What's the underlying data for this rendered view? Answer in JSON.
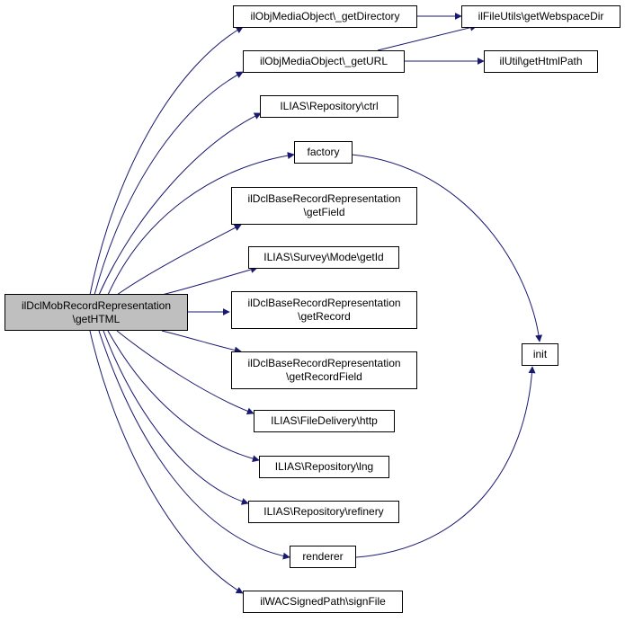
{
  "colors": {
    "edge": "#191970",
    "root_fill": "#bfbfbf",
    "node_fill": "#ffffff",
    "border": "#000000"
  },
  "nodes": {
    "root": "ilDclMobRecordRepresentation\n\\getHTML",
    "get_directory": "ilObjMediaObject\\_getDirectory",
    "get_url": "ilObjMediaObject\\_getURL",
    "repository_ctrl": "ILIAS\\Repository\\ctrl",
    "factory": "factory",
    "get_field": "ilDclBaseRecordRepresentation\n\\getField",
    "survey_get_id": "ILIAS\\Survey\\Mode\\getId",
    "get_record": "ilDclBaseRecordRepresentation\n\\getRecord",
    "get_record_field": "ilDclBaseRecordRepresentation\n\\getRecordField",
    "file_delivery_http": "ILIAS\\FileDelivery\\http",
    "repository_lng": "ILIAS\\Repository\\lng",
    "repository_refinery": "ILIAS\\Repository\\refinery",
    "renderer": "renderer",
    "sign_file": "ilWACSignedPath\\signFile",
    "webspace_dir": "ilFileUtils\\getWebspaceDir",
    "html_path": "ilUtil\\getHtmlPath",
    "init": "init"
  }
}
